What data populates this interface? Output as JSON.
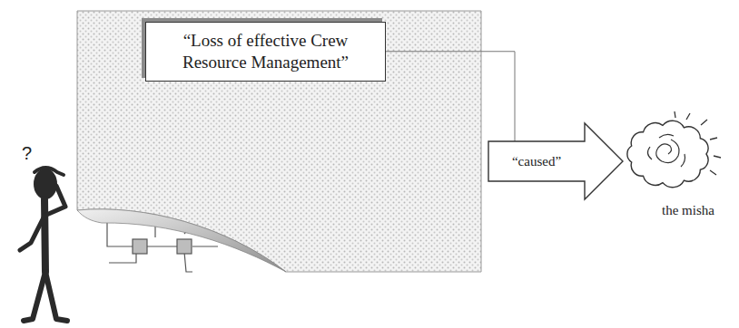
{
  "diagram": {
    "nodes": [
      {
        "text": [
          "“Loss of effective Crew Resource Management”"
        ]
      },
      {
        "text": [
          "the misha"
        ]
      }
    ],
    "edges": [
      {
        "from": 0,
        "to": 1,
        "arrow": "to",
        "label": "“caused”"
      }
    ],
    "labels": [
      "?"
    ]
  }
}
